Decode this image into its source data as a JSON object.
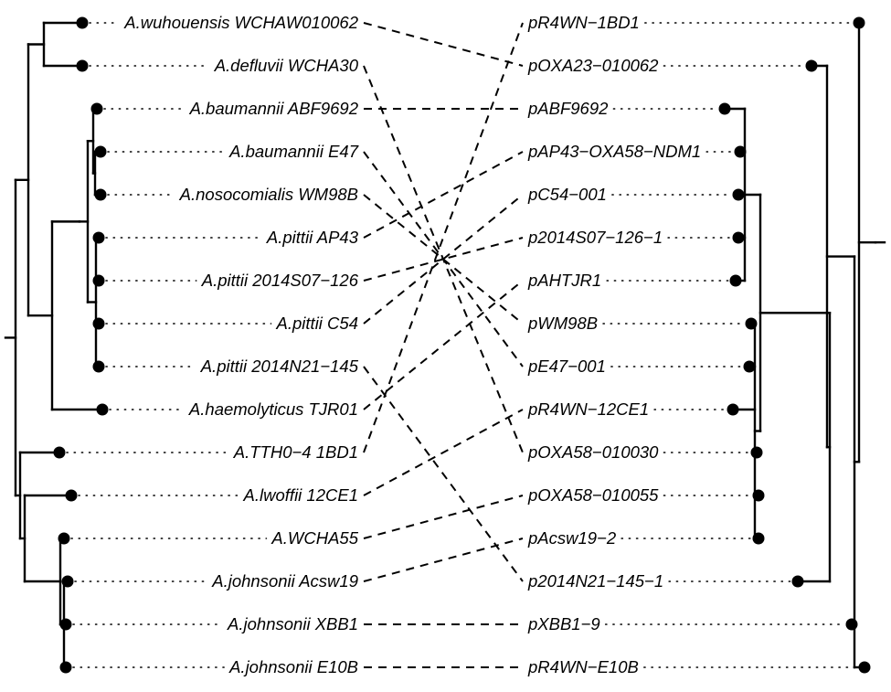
{
  "left_tree": {
    "tips": [
      "A.wuhouensis WCHAW010062",
      "A.defluvii WCHA30",
      "A.baumannii ABF9692",
      "A.baumannii E47",
      "A.nosocomialis WM98B",
      "A.pittii AP43",
      "A.pittii 2014S07−126",
      "A.pittii C54",
      "A.pittii 2014N21−145",
      "A.haemolyticus TJR01",
      "A.TTH0−4 1BD1",
      "A.lwoffii 12CE1",
      "A.WCHA55",
      "A.johnsonii Acsw19",
      "A.johnsonii XBB1",
      "A.johnsonii E10B"
    ]
  },
  "right_tree": {
    "tips": [
      "pR4WN−1BD1",
      "pOXA23−010062",
      "pABF9692",
      "pAP43−OXA58−NDM1",
      "pC54−001",
      "p2014S07−126−1",
      "pAHTJR1",
      "pWM98B",
      "pE47−001",
      "pR4WN−12CE1",
      "pOXA58−010030",
      "pOXA58−010055",
      "pAcsw19−2",
      "p2014N21−145−1",
      "pXBB1−9",
      "pR4WN−E10B"
    ]
  },
  "links": [
    [
      "A.wuhouensis WCHAW010062",
      "pOXA23−010062"
    ],
    [
      "A.defluvii WCHA30",
      "pOXA58−010030"
    ],
    [
      "A.baumannii ABF9692",
      "pABF9692"
    ],
    [
      "A.baumannii E47",
      "pE47−001"
    ],
    [
      "A.nosocomialis WM98B",
      "pWM98B"
    ],
    [
      "A.pittii AP43",
      "pAP43−OXA58−NDM1"
    ],
    [
      "A.pittii 2014S07−126",
      "p2014S07−126−1"
    ],
    [
      "A.pittii C54",
      "pC54−001"
    ],
    [
      "A.pittii 2014N21−145",
      "p2014N21−145−1"
    ],
    [
      "A.haemolyticus TJR01",
      "pAHTJR1"
    ],
    [
      "A.TTH0−4 1BD1",
      "pR4WN−1BD1"
    ],
    [
      "A.lwoffii 12CE1",
      "pR4WN−12CE1"
    ],
    [
      "A.WCHA55",
      "pOXA58−010055"
    ],
    [
      "A.johnsonii Acsw19",
      "pAcsw19−2"
    ],
    [
      "A.johnsonii XBB1",
      "pXBB1−9"
    ],
    [
      "A.johnsonii E10B",
      "pR4WN−E10B"
    ]
  ],
  "colors": {
    "ink": "#000000",
    "background": "#ffffff"
  }
}
